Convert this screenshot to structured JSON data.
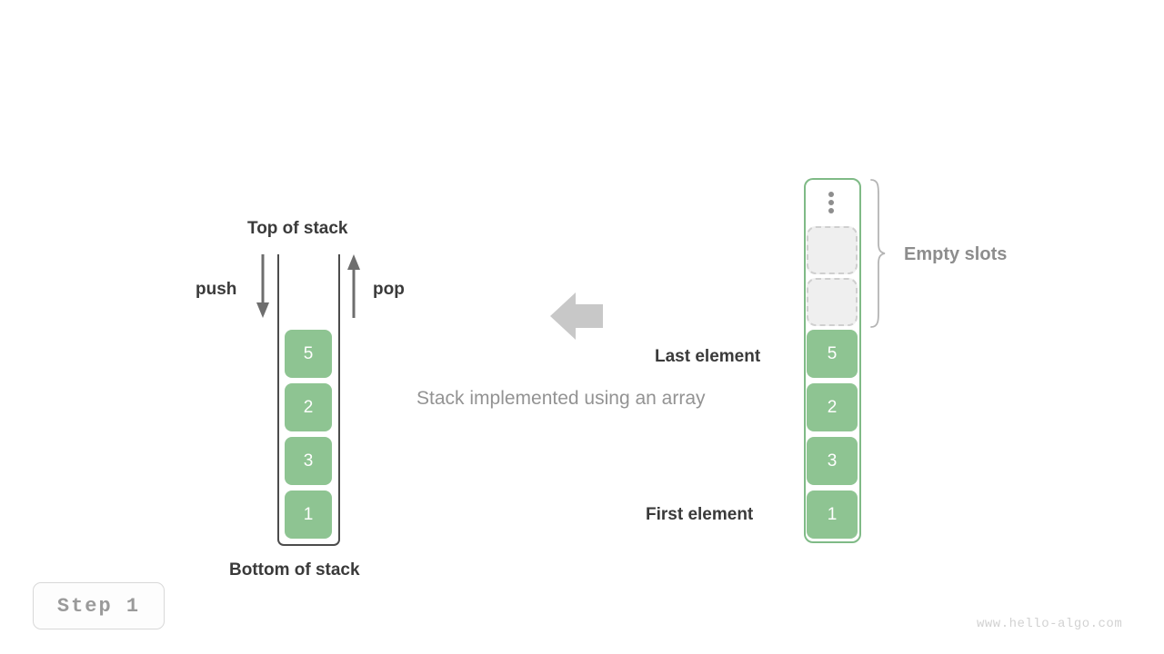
{
  "diagram": {
    "caption": "Stack implemented using an array",
    "step_badge": "Step  1",
    "watermark": "www.hello-algo.com",
    "colors": {
      "cell_fill": "#8ec492",
      "cell_text": "#ffffff",
      "empty_slot_fill": "#efefef",
      "empty_slot_border": "#cfcfcf",
      "array_border": "#7fba86",
      "container_stroke": "#4c4c4c",
      "arrow_gray": "#c8c8c8",
      "label_dark": "#3a3a3a",
      "label_gray": "#8d8d8d",
      "caption_gray": "#939393"
    }
  },
  "left_stack": {
    "top_label": "Top of stack",
    "bottom_label": "Bottom of stack",
    "push_label": "push",
    "pop_label": "pop",
    "push_icon": "arrow-down-icon",
    "pop_icon": "arrow-up-icon",
    "cells": [
      {
        "value": "5"
      },
      {
        "value": "2"
      },
      {
        "value": "3"
      },
      {
        "value": "1"
      }
    ]
  },
  "transform_arrow": {
    "icon": "arrow-left-icon",
    "direction": "left"
  },
  "right_array": {
    "empty_slots_label": "Empty slots",
    "last_element_label": "Last element",
    "first_element_label": "First element",
    "ellipsis_icon": "vertical-dots-icon",
    "brace_icon": "curly-brace-icon",
    "empty_slots": [
      {
        "value": ""
      },
      {
        "value": ""
      }
    ],
    "cells": [
      {
        "value": "5"
      },
      {
        "value": "2"
      },
      {
        "value": "3"
      },
      {
        "value": "1"
      }
    ]
  }
}
